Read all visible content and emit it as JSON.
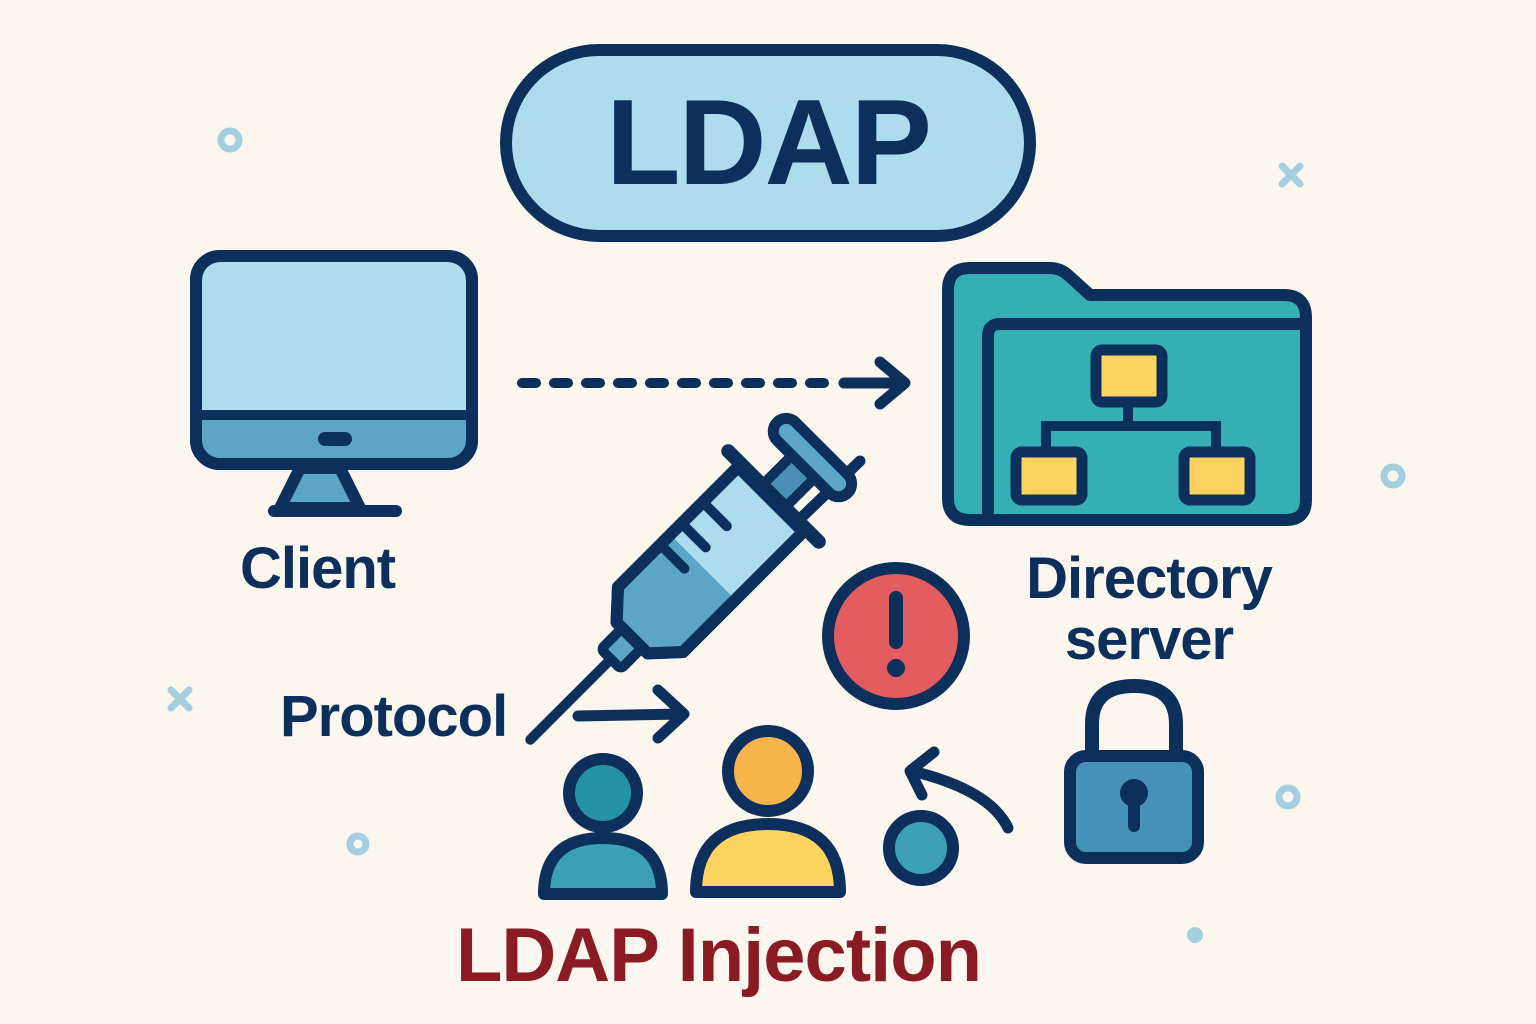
{
  "title": "LDAP",
  "labels": {
    "client": "Client",
    "directory_server_line1": "Directory",
    "directory_server_line2": "server",
    "protocol": "Protocol",
    "injection": "LDAP Injection"
  },
  "icons": [
    "monitor-icon",
    "folder-tree-icon",
    "syringe-icon",
    "warning-exclamation-icon",
    "padlock-icon",
    "user-icon",
    "dashed-arrow-icon",
    "curved-arrow-icon"
  ],
  "colors": {
    "background": "#fbf6ee",
    "outline": "#0d2f5c",
    "light_blue": "#addcef",
    "mid_blue": "#5ba5c8",
    "teal": "#35aeb4",
    "yellow": "#fbd35e",
    "orange": "#f6b44a",
    "red": "#e35d5f",
    "injection_text": "#8a1a24",
    "decor": "#a5cfe0"
  }
}
